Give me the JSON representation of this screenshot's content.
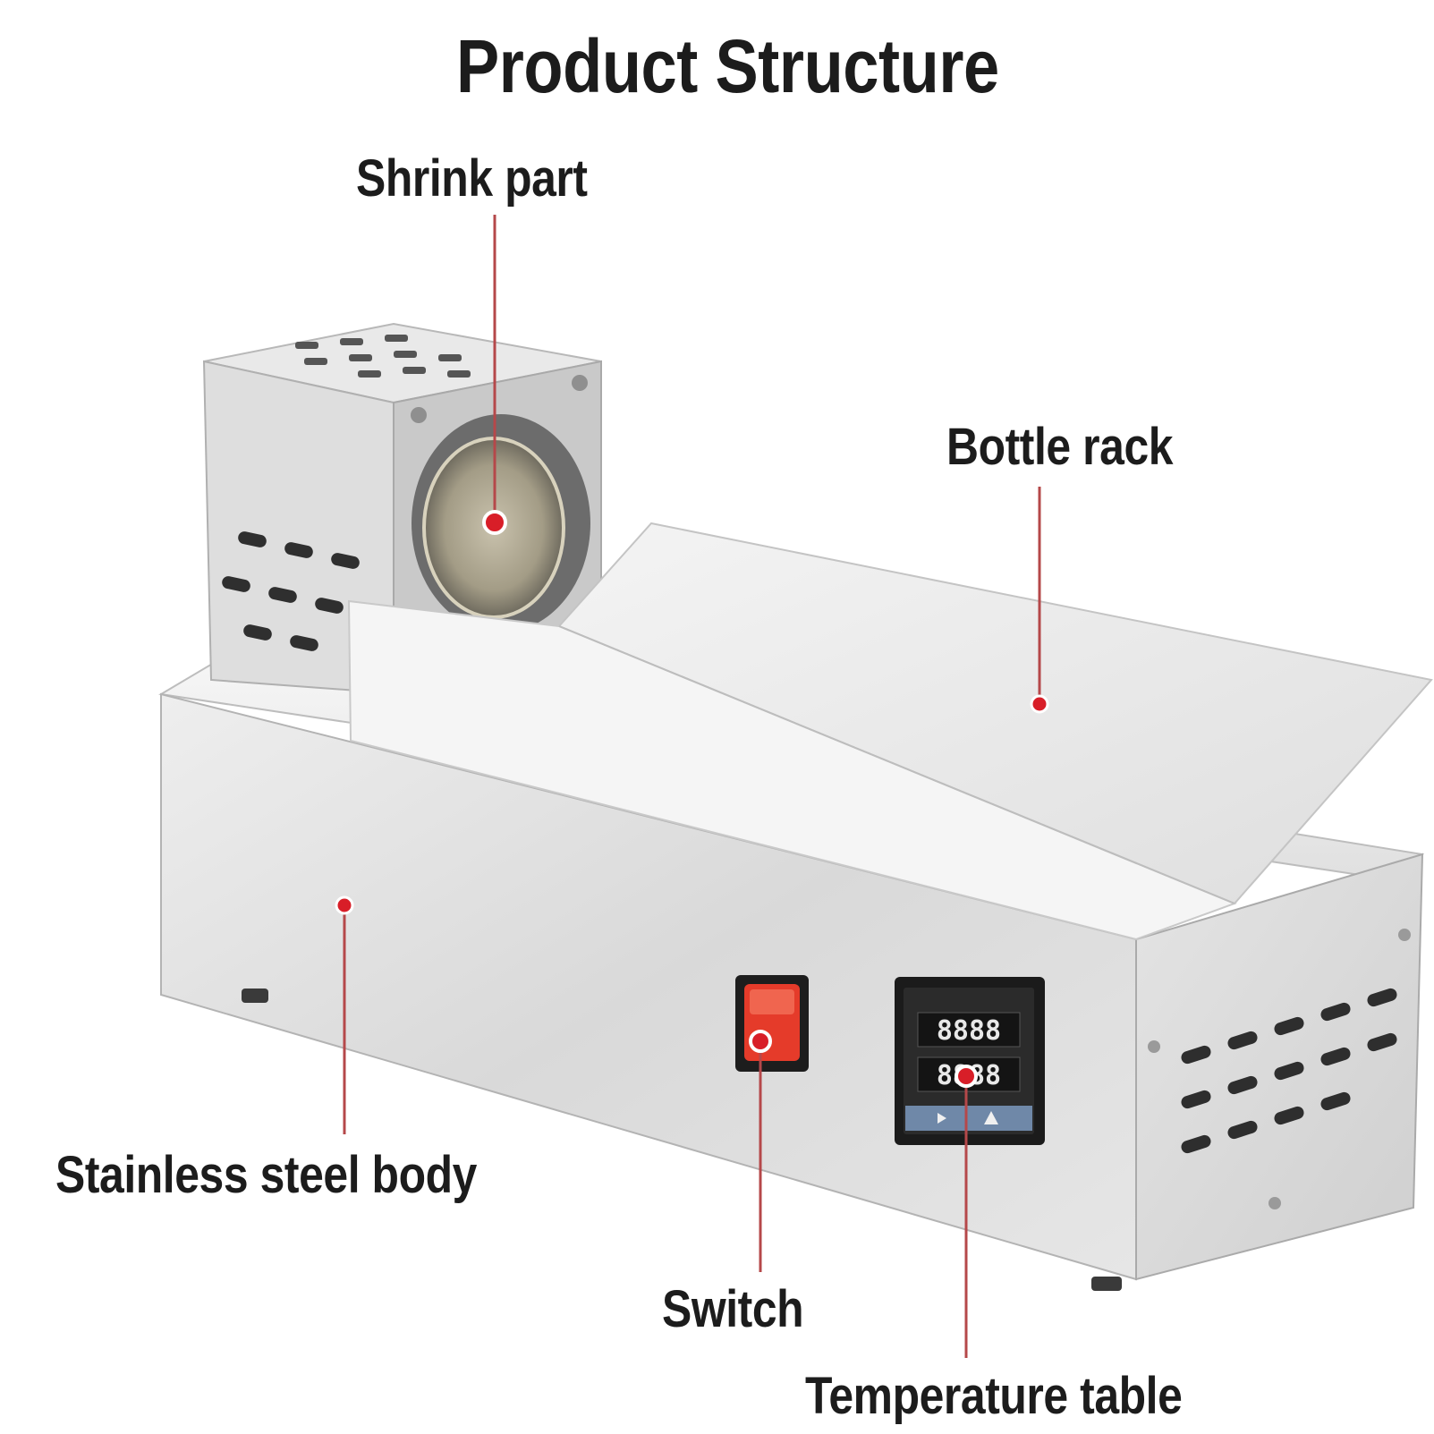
{
  "title": "Product Structure",
  "labels": {
    "shrink_part": "Shrink part",
    "bottle_rack": "Bottle rack",
    "body": "Stainless steel body",
    "switch": "Switch",
    "temperature_table": "Temperature table"
  },
  "controller": {
    "pv_display": "8888",
    "sv_display": "8888"
  },
  "colors": {
    "leader_line": "#b5484a",
    "marker": "#d81e28",
    "switch": "#e53b2a",
    "steel": "#dcdcdc"
  }
}
